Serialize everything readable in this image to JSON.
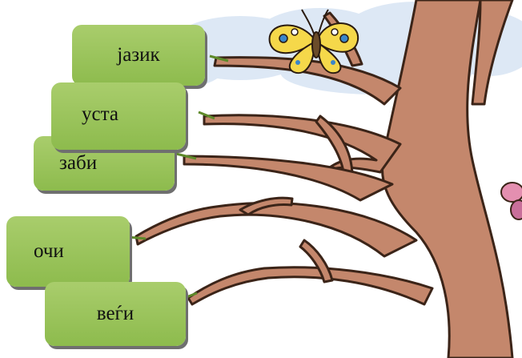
{
  "labels": {
    "jazik": "јазик",
    "usta": "уста",
    "zabi": "заби",
    "ochi": "очи",
    "vegji": "веѓи"
  },
  "colors": {
    "sky": "#dce7f4",
    "trunk": "#c4876c",
    "trunk_outline": "#3b2418",
    "card": "#9dc55f",
    "card_shadow": "#6f6f6f",
    "butterfly_wing": "#f5d84a",
    "butterfly_spots": "#3b86c9"
  },
  "icons": [
    "tree-illustration",
    "butterfly-icon",
    "pink-flower-icon"
  ]
}
